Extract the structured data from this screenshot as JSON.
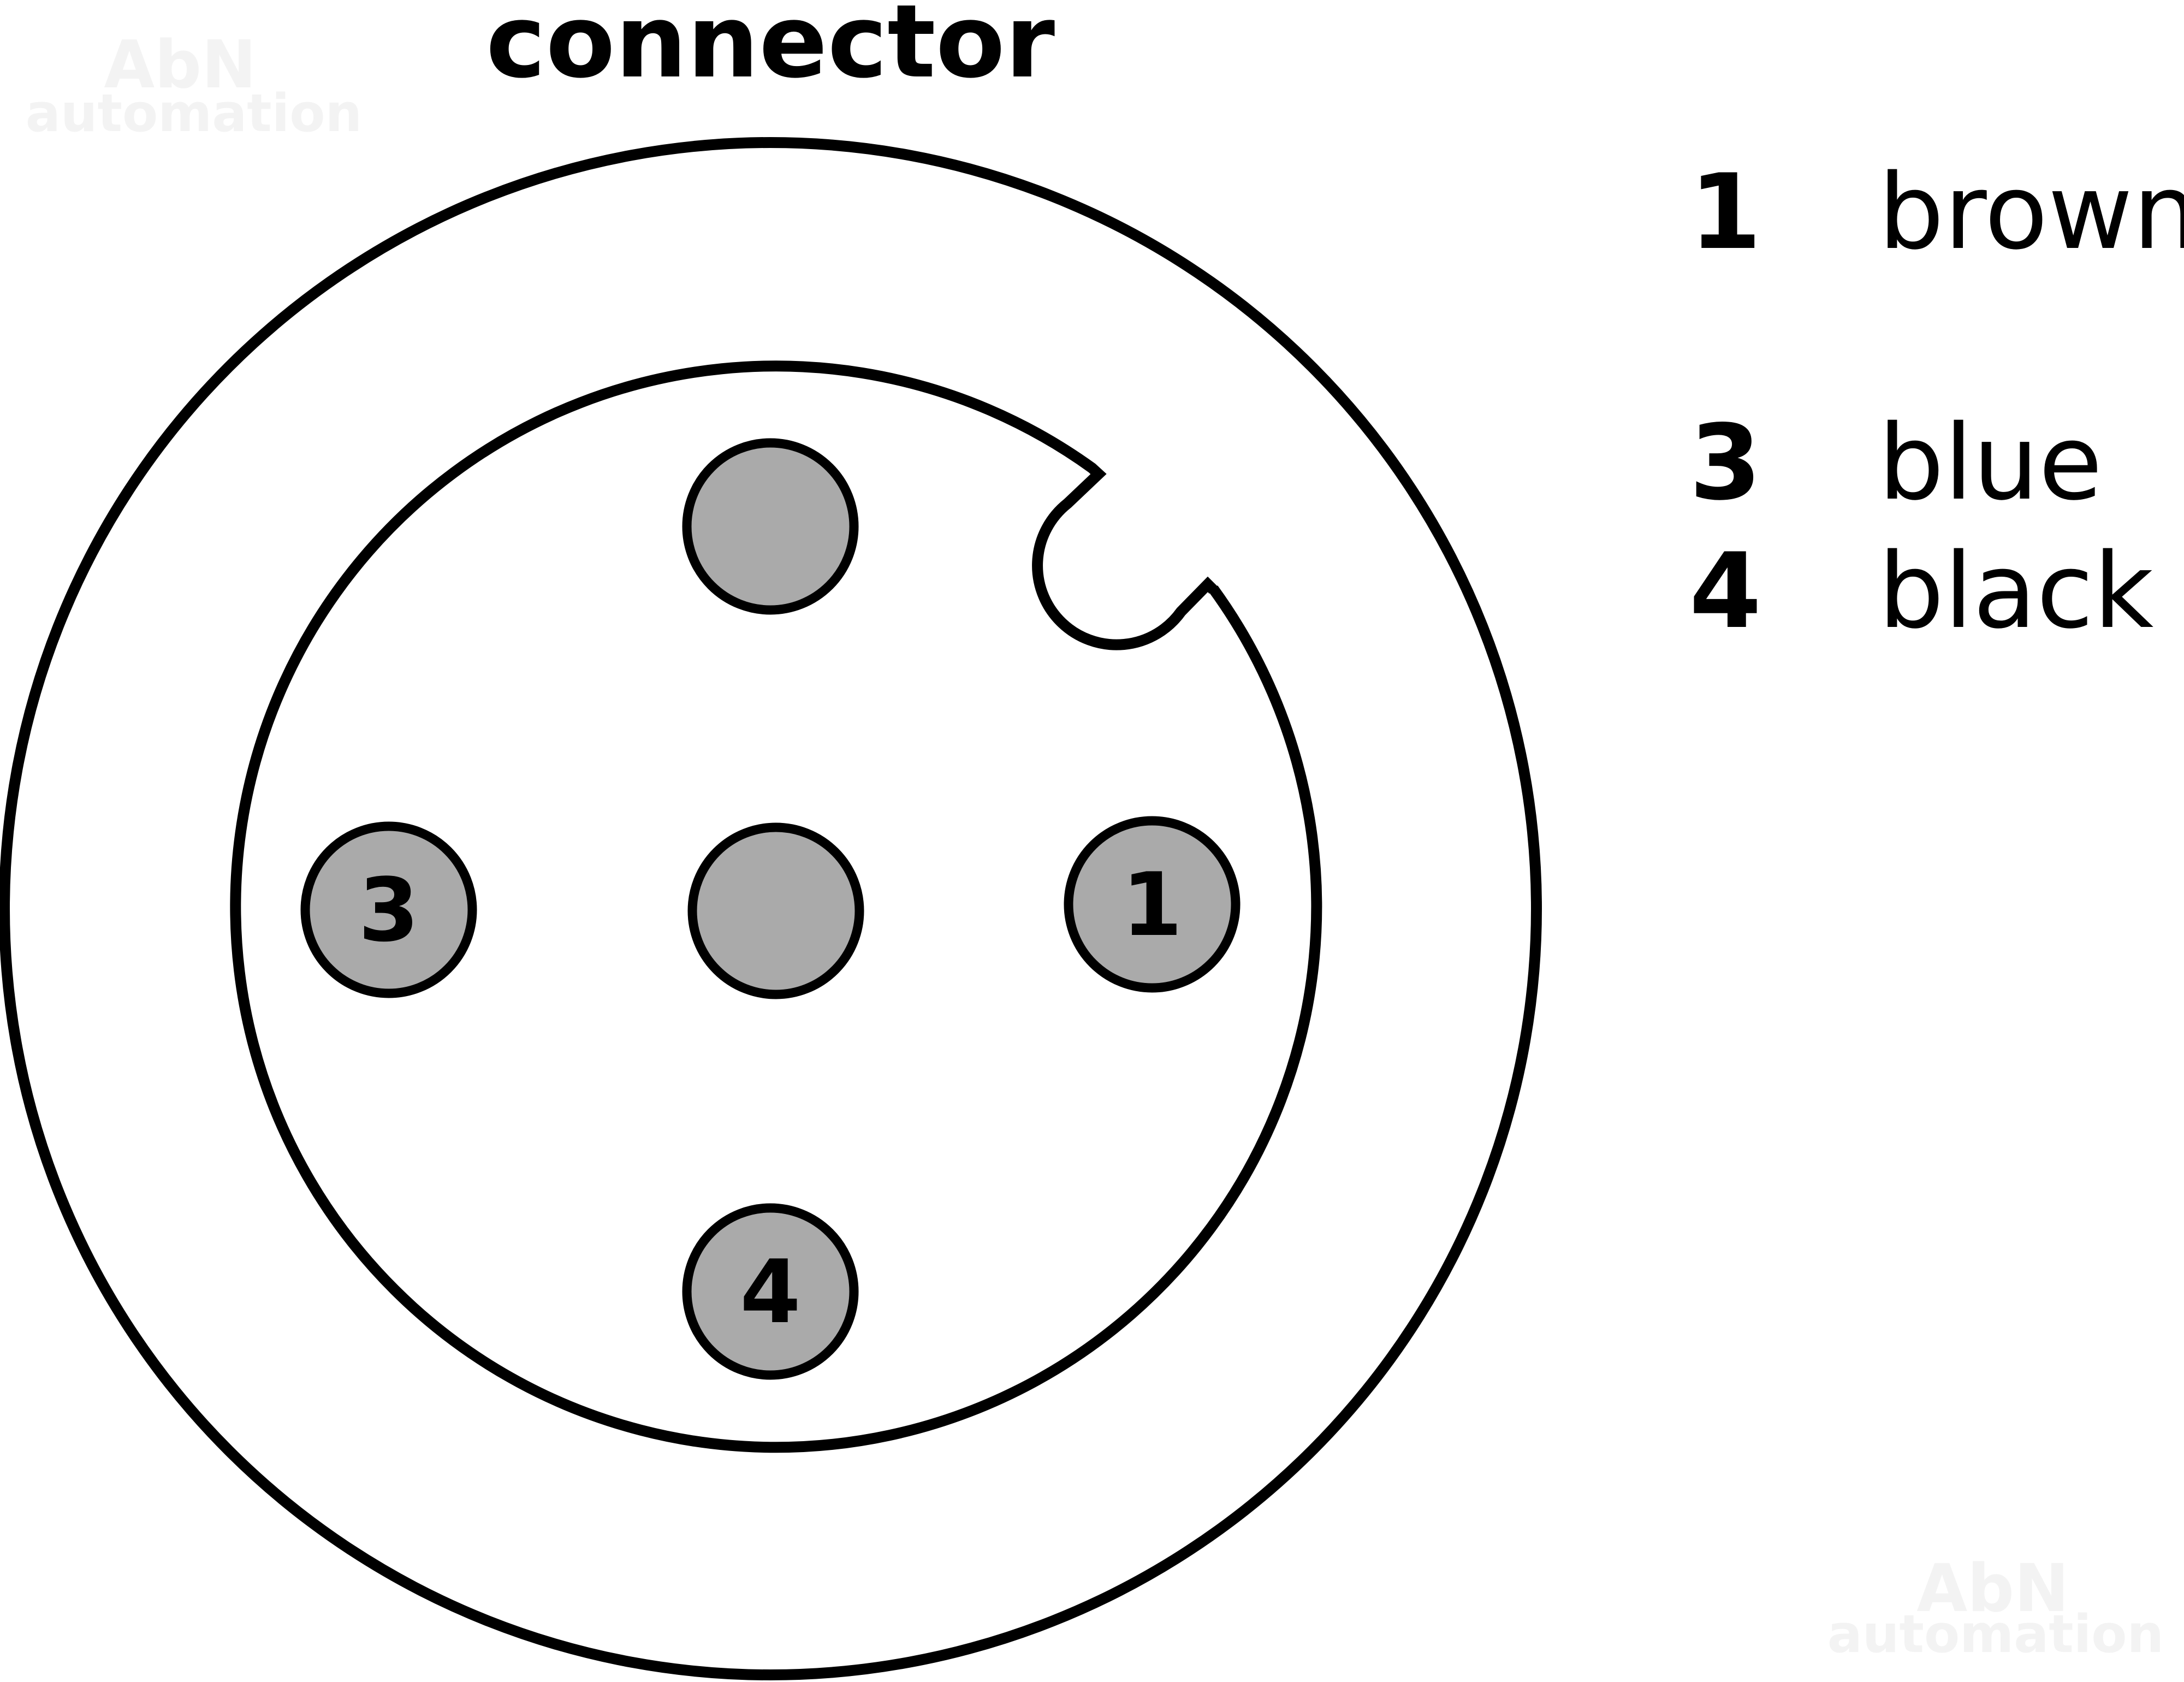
{
  "title": "connector",
  "watermark": {
    "line1": "AbN",
    "line2": "automation"
  },
  "colors": {
    "stroke": "#000000",
    "pin_fill": "#aaaaaa",
    "watermark": "#f3f3f3"
  },
  "pins": [
    {
      "id": "top",
      "label": ""
    },
    {
      "id": "center",
      "label": ""
    },
    {
      "id": "pin-3",
      "label": "3"
    },
    {
      "id": "pin-1",
      "label": "1"
    },
    {
      "id": "pin-4",
      "label": "4"
    }
  ],
  "legend": [
    {
      "number": "1",
      "color": "brown"
    },
    {
      "number": "3",
      "color": "blue"
    },
    {
      "number": "4",
      "color": "black"
    }
  ]
}
